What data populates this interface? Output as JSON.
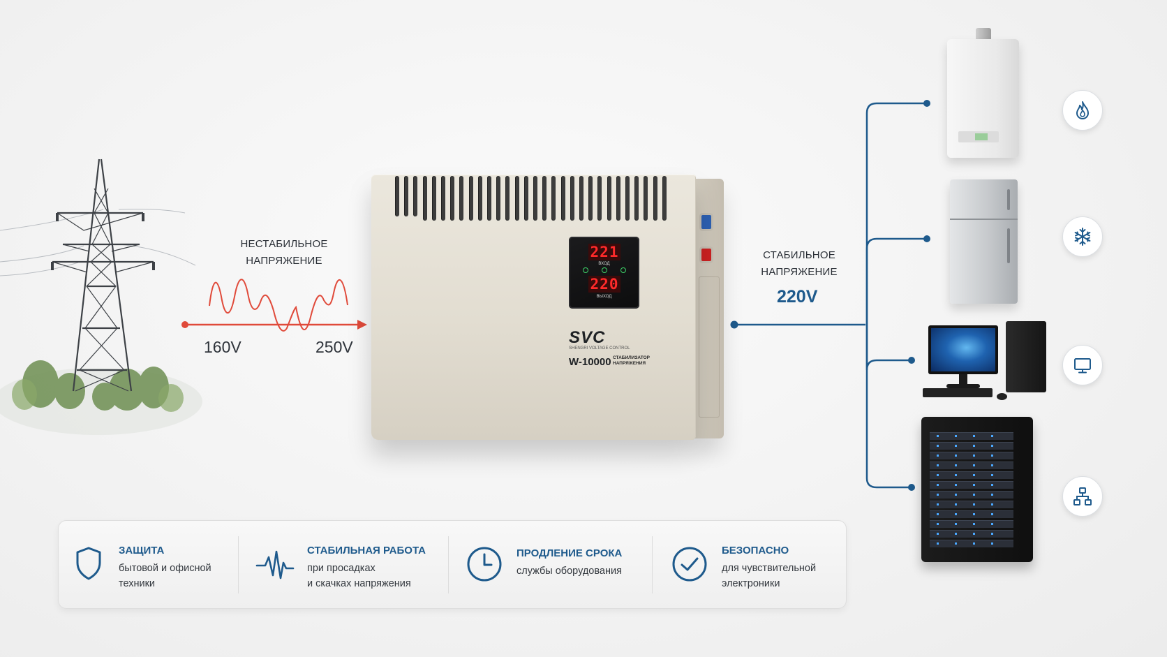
{
  "input": {
    "title_line1": "НЕСТАБИЛЬНОЕ",
    "title_line2": "НАПРЯЖЕНИЕ",
    "voltage_low": "160V",
    "voltage_high": "250V"
  },
  "output": {
    "title_line1": "СТАБИЛЬНОЕ",
    "title_line2": "НАПРЯЖЕНИЕ",
    "voltage": "220V"
  },
  "device": {
    "brand": "SVC",
    "brand_tagline": "SHENGRI VOLTAGE CONTROL",
    "model": "W-10000",
    "model_desc": "СТАБИЛИЗАТОР НАПРЯЖЕНИЯ",
    "display_top": "221",
    "display_bottom": "220",
    "display_label_top": "ВХОД",
    "display_label_bottom": "ВЫХОД"
  },
  "loads": [
    {
      "icon": "flame-icon"
    },
    {
      "icon": "snowflake-icon"
    },
    {
      "icon": "monitor-icon"
    },
    {
      "icon": "network-icon"
    }
  ],
  "features": [
    {
      "icon": "shield-icon",
      "title": "ЗАЩИТА",
      "line1": "бытовой и офисной",
      "line2": "техники"
    },
    {
      "icon": "pulse-icon",
      "title": "СТАБИЛЬНАЯ РАБОТА",
      "line1": "при просадках",
      "line2": "и скачках напряжения"
    },
    {
      "icon": "clock-icon",
      "title": "ПРОДЛЕНИЕ СРОКА",
      "line1": "службы оборудования",
      "line2": ""
    },
    {
      "icon": "check-circle-icon",
      "title": "БЕЗОПАСНО",
      "line1": "для чувствительной",
      "line2": "электроники"
    }
  ],
  "colors": {
    "accent_blue": "#1e5a8c",
    "wave_red": "#e04a3a",
    "display_red": "#ff2a2a"
  }
}
